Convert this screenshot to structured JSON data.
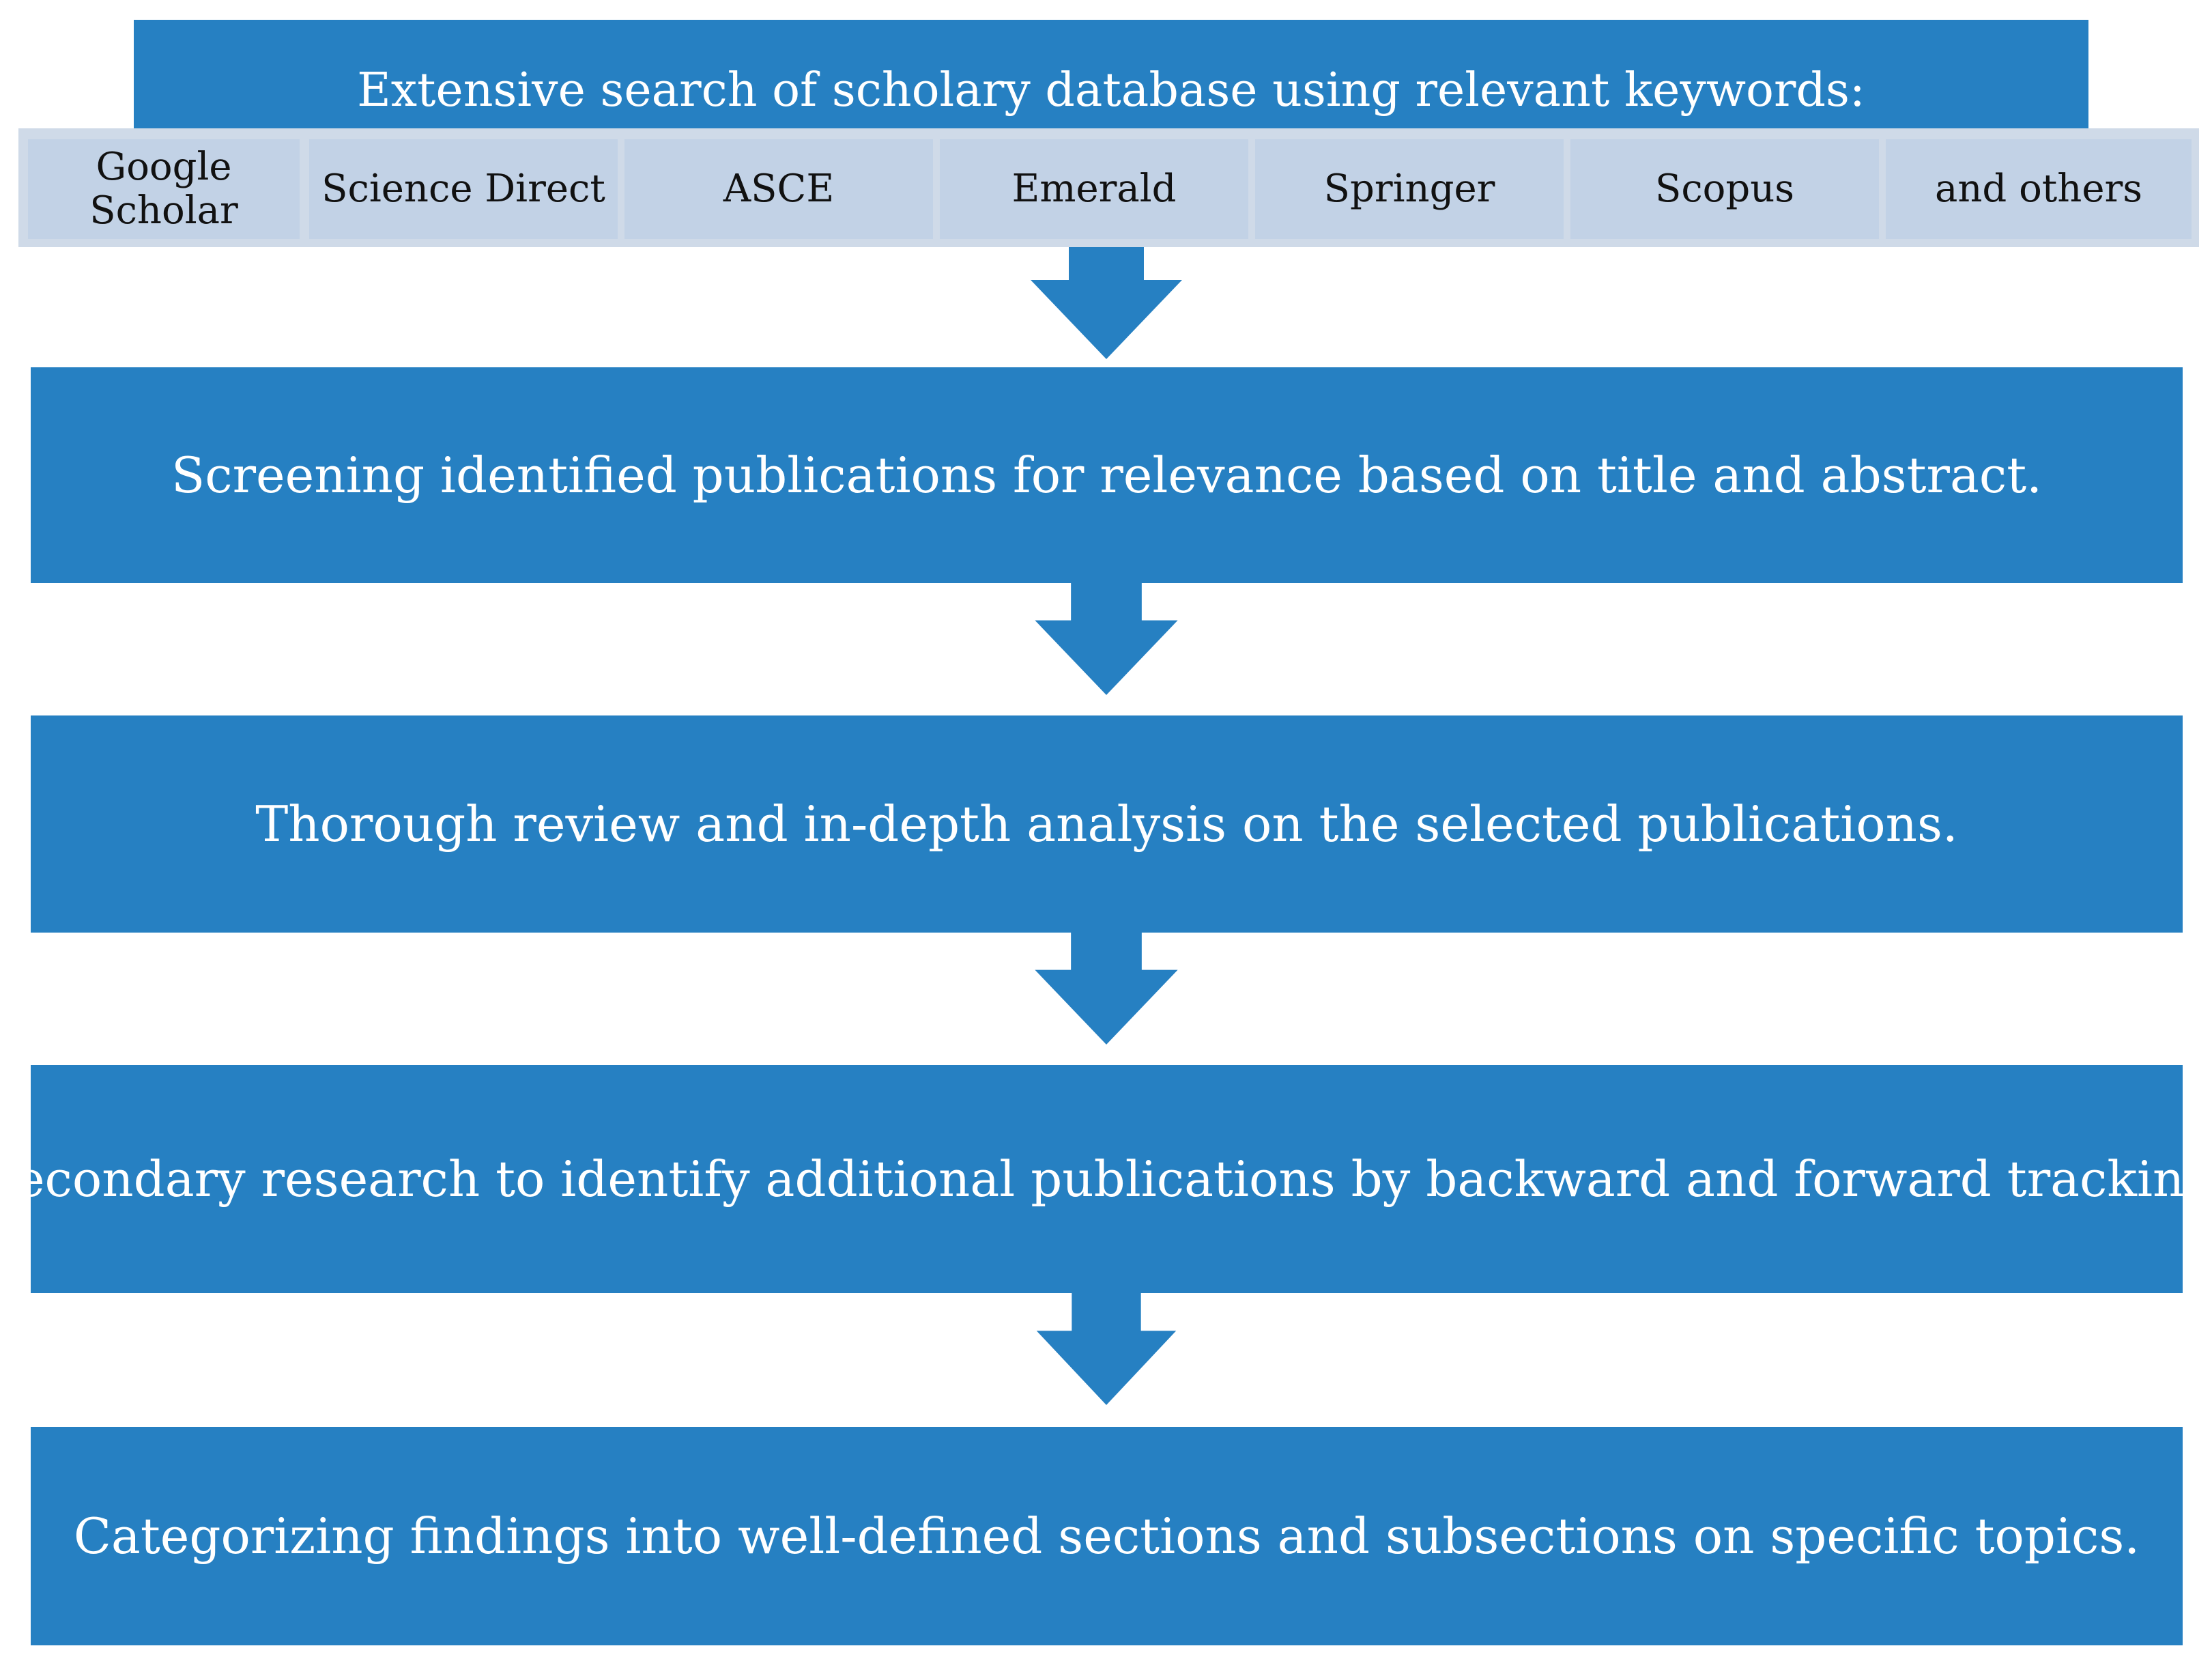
{
  "header": {
    "title": "Extensive search of scholary database using relevant keywords:"
  },
  "databases": [
    "Google Scholar",
    "Science Direct",
    "ASCE",
    "Emerald",
    "Springer",
    "Scopus",
    "and others"
  ],
  "steps": [
    "Screening identified publications for relevance based on title and abstract.",
    "Thorough review and in-depth analysis on the selected publications.",
    "Secondary research to identify additional publications by backward and forward tracking.",
    "Categorizing findings into well-defined sections and subsections on specific topics."
  ],
  "colors": {
    "box_blue": "#2680c2",
    "bar_light": "#cfdae8",
    "cell_light": "#c2d2e6",
    "text_white": "#ffffff",
    "text_dark": "#111111"
  }
}
